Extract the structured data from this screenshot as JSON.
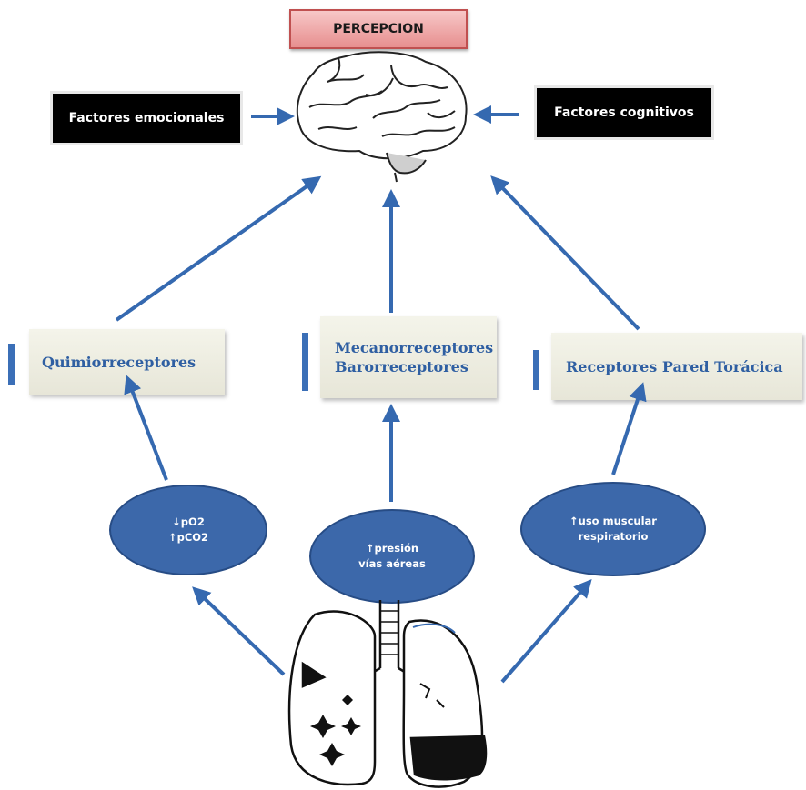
{
  "title": "PERCEPCION",
  "factors": {
    "emotional": "Factores emocionales",
    "cognitive": "Factores cognitivos"
  },
  "receptors": {
    "chemo": "Quimiorreceptores",
    "mechano_line1": "Mecanorreceptores",
    "mechano_line2": "Barorreceptores",
    "chest_wall": "Receptores Pared Torácica"
  },
  "stimuli": {
    "gases_line1": "↓pO2",
    "gases_line2": "↑pCO2",
    "airway_line1": "↑presión",
    "airway_line2": "vías aéreas",
    "muscle_line1": "↑uso muscular",
    "muscle_line2": "respiratorio"
  },
  "colors": {
    "arrow": "#3569b0",
    "oval_fill": "#3c68aa",
    "receptor_text": "#2f5fa2",
    "title_fill": "#eea4a4"
  },
  "icons": [
    "brain-icon",
    "lungs-icon"
  ]
}
